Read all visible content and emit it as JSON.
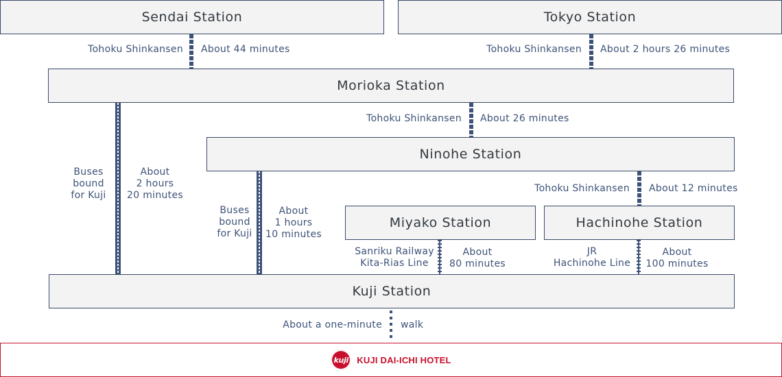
{
  "stations": {
    "sendai": "Sendai Station",
    "tokyo": "Tokyo Station",
    "morioka": "Morioka Station",
    "ninohe": "Ninohe Station",
    "miyako": "Miyako Station",
    "hachinohe": "Hachinohe Station",
    "kuji": "Kuji Station"
  },
  "routes": {
    "sendai_morioka": {
      "line": "Tohoku Shinkansen",
      "time": "About 44 minutes"
    },
    "tokyo_morioka": {
      "line": "Tohoku Shinkansen",
      "time": "About 2 hours 26 minutes"
    },
    "morioka_ninohe": {
      "line": "Tohoku Shinkansen",
      "time": "About 26 minutes"
    },
    "ninohe_hachinohe": {
      "line": "Tohoku Shinkansen",
      "time": "About 12 minutes"
    },
    "morioka_kuji": {
      "line": [
        "Buses",
        "bound",
        "for Kuji"
      ],
      "time": [
        "About",
        "2 hours",
        "20 minutes"
      ]
    },
    "ninohe_kuji": {
      "line": [
        "Buses",
        "bound",
        "for Kuji"
      ],
      "time": [
        "About",
        "1 hours",
        "10 minutes"
      ]
    },
    "miyako_kuji": {
      "line": [
        "Sanriku Railway",
        "Kita-Rias Line"
      ],
      "time": [
        "About",
        "80 minutes"
      ]
    },
    "hachinohe_kuji": {
      "line": [
        "JR",
        "Hachinohe Line"
      ],
      "time": [
        "About",
        "100 minutes"
      ]
    },
    "kuji_hotel": {
      "line": "About a one-minute",
      "time": "walk"
    }
  },
  "hotel": {
    "logo_text": "kuji",
    "name": "KUJI DAI-ICHI HOTEL"
  },
  "colors": {
    "line": "#3d5278",
    "station_fill": "#f3f3f3",
    "hotel_red": "#c8102e"
  }
}
